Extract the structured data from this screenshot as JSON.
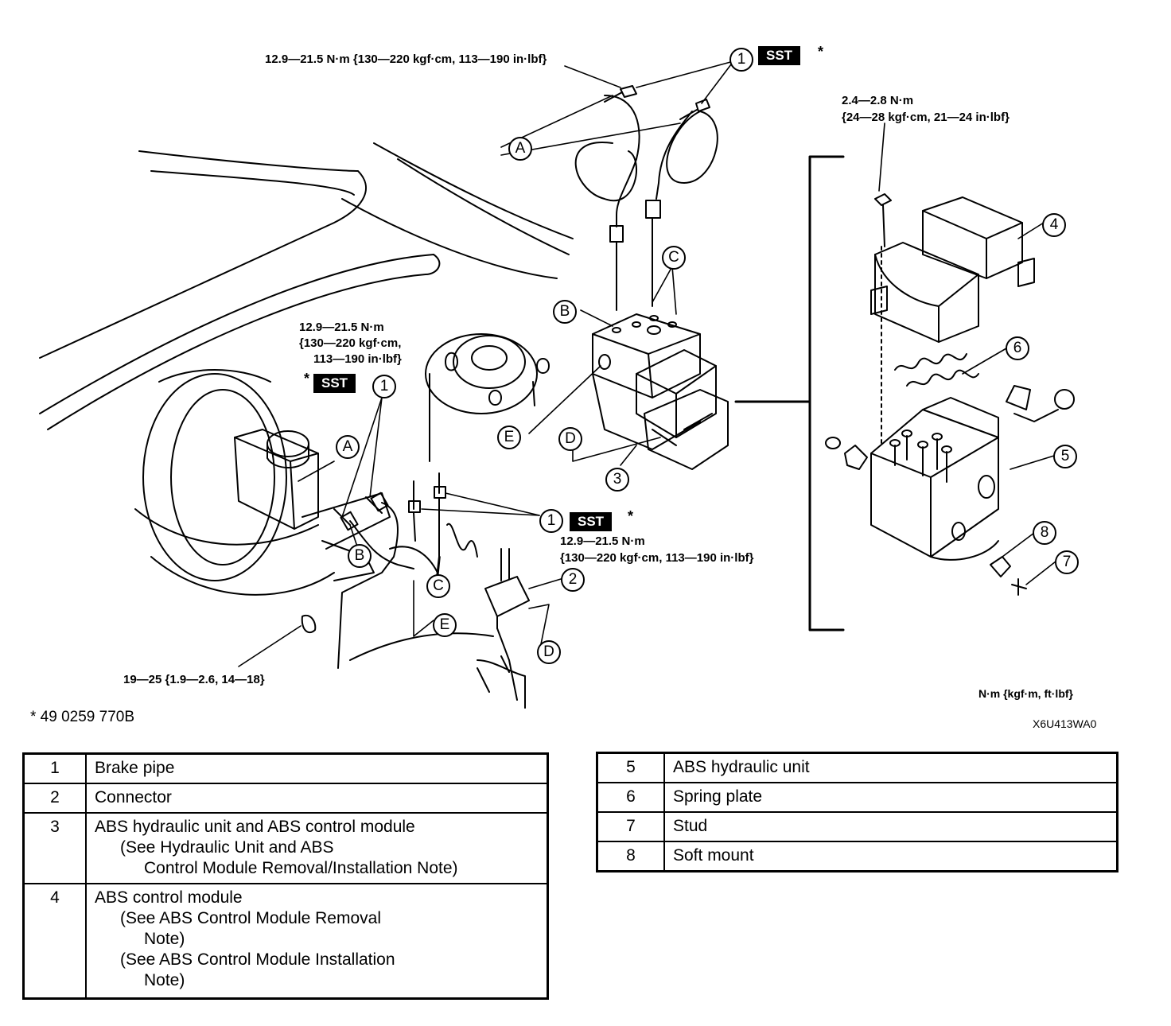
{
  "torque": {
    "top": "12.9—21.5 N·m {130—220 kgf·cm, 113—190 in·lbf}",
    "left_line1": "12.9—21.5 N·m",
    "left_line2": "{130—220 kgf·cm,",
    "left_line3": "113—190 in·lbf}",
    "mid_line1": "12.9—21.5 N·m",
    "mid_line2": "{130—220 kgf·cm, 113—190 in·lbf}",
    "right_line1": "2.4—2.8 N·m",
    "right_line2": "{24—28 kgf·cm, 21—24 in·lbf}",
    "bottom": "19—25 {1.9—2.6, 14—18}"
  },
  "sst": {
    "label": "SST",
    "asterisk": "*"
  },
  "callouts": {
    "n1": "1",
    "n2": "2",
    "n3": "3",
    "n4": "4",
    "n5": "5",
    "n6": "6",
    "n7": "7",
    "n8": "8",
    "A": "A",
    "B": "B",
    "C": "C",
    "D": "D",
    "E": "E"
  },
  "footnote": "* 49 0259 770B",
  "units_note": "N·m {kgf·m, ft·lbf}",
  "figure_code": "X6U413WA0",
  "legend_left": [
    {
      "num": "1",
      "name": "Brake pipe",
      "notes": []
    },
    {
      "num": "2",
      "name": "Connector",
      "notes": []
    },
    {
      "num": "3",
      "name": "ABS hydraulic unit and ABS control module",
      "notes": [
        "(See Hydraulic Unit and ABS",
        "Control Module Removal/Installation Note)"
      ]
    },
    {
      "num": "4",
      "name": "ABS control module",
      "notes": [
        "(See  ABS Control Module Removal",
        "Note)",
        "(See ABS Control Module Installation",
        "Note)"
      ]
    }
  ],
  "legend_right": [
    {
      "num": "5",
      "name": "ABS hydraulic unit"
    },
    {
      "num": "6",
      "name": "Spring plate"
    },
    {
      "num": "7",
      "name": "Stud"
    },
    {
      "num": "8",
      "name": "Soft mount"
    }
  ]
}
